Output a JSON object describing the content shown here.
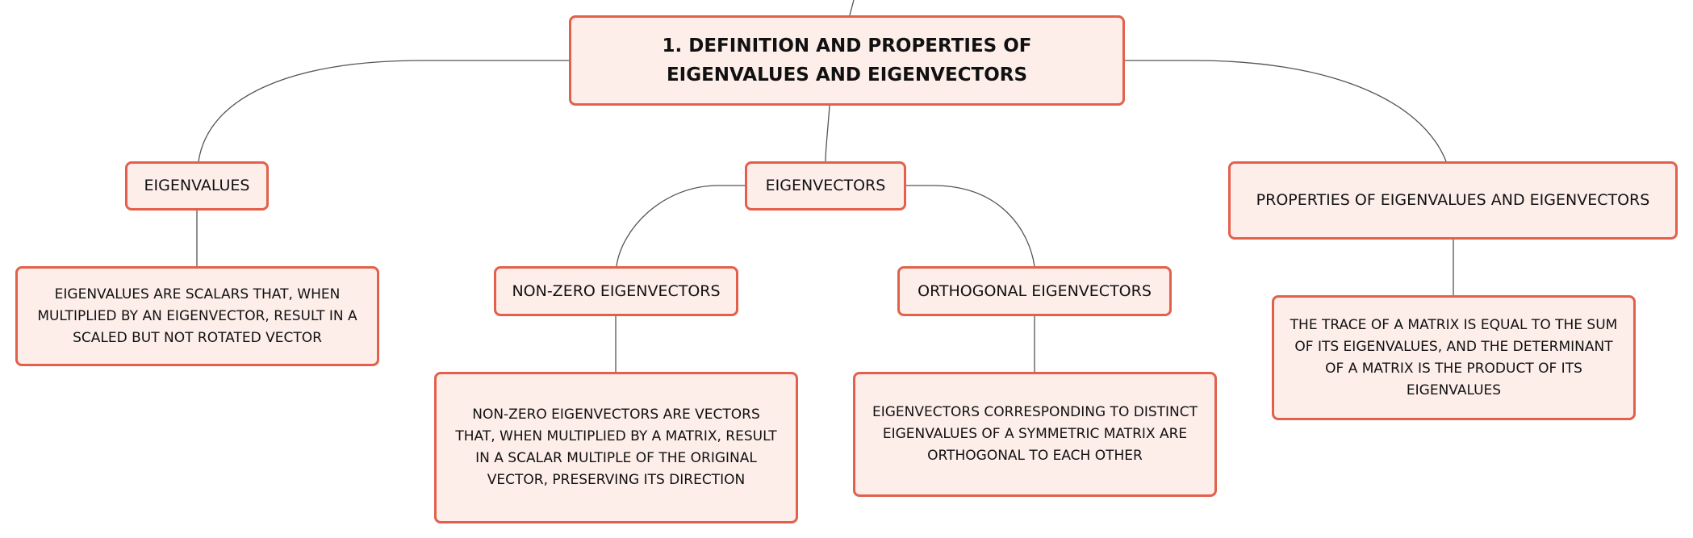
{
  "diagram": {
    "root": {
      "title": "1. DEFINITION AND PROPERTIES OF EIGENVALUES AND EIGENVECTORS"
    },
    "branches": {
      "eigenvalues": {
        "label": "EIGENVALUES",
        "description": "EIGENVALUES ARE SCALARS THAT, WHEN MULTIPLIED BY AN EIGENVECTOR, RESULT IN A SCALED BUT NOT ROTATED VECTOR"
      },
      "eigenvectors": {
        "label": "EIGENVECTORS",
        "children": {
          "nonzero": {
            "label": "NON-ZERO EIGENVECTORS",
            "description": "NON-ZERO EIGENVECTORS ARE VECTORS THAT, WHEN MULTIPLIED BY A MATRIX, RESULT IN A SCALAR MULTIPLE OF THE ORIGINAL VECTOR, PRESERVING ITS DIRECTION"
          },
          "orthogonal": {
            "label": "ORTHOGONAL EIGENVECTORS",
            "description": "EIGENVECTORS CORRESPONDING TO DISTINCT EIGENVALUES OF A SYMMETRIC MATRIX ARE ORTHOGONAL TO EACH OTHER"
          }
        }
      },
      "properties": {
        "label": "PROPERTIES OF EIGENVALUES AND EIGENVECTORS",
        "description": "THE TRACE OF A MATRIX IS EQUAL TO THE SUM OF ITS EIGENVALUES, AND THE DETERMINANT OF A MATRIX IS THE PRODUCT OF ITS EIGENVALUES"
      }
    },
    "colors": {
      "node_border": "#e3604c",
      "node_fill": "#fdeeea",
      "connector": "#555555",
      "text": "#111111"
    }
  }
}
